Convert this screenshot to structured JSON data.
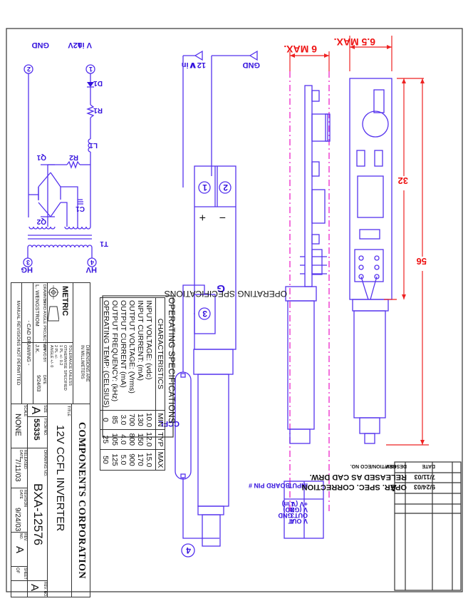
{
  "company": "COMPONENTS CORPORATION",
  "title_block": {
    "title_label": "TITLE",
    "title": "12V  CCFL INVERTER",
    "size_label": "SIZE",
    "size": "A",
    "fscm_label": "FSCM NO.",
    "fscm": "55335",
    "drawing_no_label": "DRAWING NO.",
    "drawing_no": "BXA-12576",
    "scale_label": "SCALE",
    "scale": "NONE",
    "released_label": "RELEASED DATE",
    "released": "7/11/03",
    "revision_label": "REVISION DATE",
    "revision": "9/24/03",
    "rev_label": "REV. NO.",
    "rev": "A",
    "sheet_label": "SHEET",
    "sheet_of": "OF",
    "metric": "METRIC",
    "projection": "THIRD ANGLE PROJECTION",
    "dimensions_note": [
      "DIMENSIONS ARE",
      "IN MILLIMETERS"
    ],
    "tolerance_note": [
      "TOLERANCE UNLESS",
      "OTHERWISE SPECIFIED",
      "1 PL +/-   0.2",
      "2 PL +/-",
      "ANGLE +/-   0"
    ],
    "drawn_by_label": "DRAWN BY",
    "drawn_by": "L. WENGSTROM",
    "appvd_by_label": "APPVD BY",
    "appvd_by": "J.K.",
    "date_label": "DATE",
    "date": "9/24/03",
    "cad_note": "- CAD DRAWING -",
    "manual_note": "MANUAL REVISIONS NOT PERMITTED"
  },
  "revision_table": {
    "headers": [
      "REV.",
      "DESCRIPTION/ECO NO.",
      "DATE"
    ],
    "rows": [
      {
        "rev": "",
        "desc": "RELEASED AS CAD DRW.",
        "date": "7/11/03"
      },
      {
        "rev": "A",
        "desc": "OPER. SPEC. CORRECTION",
        "date": "9/24/03"
      },
      {
        "rev": "",
        "desc": "",
        "date": ""
      },
      {
        "rev": "",
        "desc": "",
        "date": ""
      },
      {
        "rev": "",
        "desc": "",
        "date": ""
      }
    ]
  },
  "specs": {
    "title": "OPERATING  SPECIFICATIONS",
    "headers": [
      "CHARACTERISTICS",
      "MIN",
      "TYP",
      "MAX"
    ],
    "rows": [
      {
        "name": "INPUT VOLTAGE: (vdc)",
        "min": "10.0",
        "typ": "12.0",
        "max": "15.0"
      },
      {
        "name": "INPUT CURRENT: (mA)",
        "min": "130",
        "typ": "150",
        "max": "170"
      },
      {
        "name": "OUTPUT VOLTAGE: (Vrms)",
        "min": "700",
        "typ": "800",
        "max": "900"
      },
      {
        "name": "OUTPUT CURRENT (mA)",
        "min": "3.0",
        "typ": "4.0",
        "max": "5.0"
      },
      {
        "name": "OUTPUT FREQUENCY: (kHz)",
        "min": "85",
        "typ": "105",
        "max": "125"
      },
      {
        "name": "OPERATING TEMP: (CELSIUS)",
        "min": "0",
        "typ": "25",
        "max": "50"
      }
    ]
  },
  "pin_table": {
    "headers": [
      "BOARD PIN #",
      "INPUT"
    ],
    "rows": [
      {
        "pin": "1",
        "fn": "+V (V in)"
      },
      {
        "pin": "2",
        "fn": "V (GND)"
      },
      {
        "pin": "3",
        "fn": "OUT GND"
      },
      {
        "pin": "4",
        "fn": "V OUT"
      }
    ]
  },
  "dimensions": {
    "width_top": "6.5 MAX.",
    "width_side": "6 MAX.",
    "length_board": "32",
    "length_total": "56"
  },
  "wiring": {
    "vin_label": "12 V",
    "vin_sub": "V in",
    "gnd_label": "GND",
    "pin1": "1",
    "pin2": "2",
    "pin3": "3",
    "pin4": "4",
    "plus": "+",
    "minus": "−",
    "g_label": "G",
    "ccfl": "CCFL"
  },
  "schematic": {
    "vin": "V in",
    "v12": "12V",
    "gnd": "GND",
    "hg": "HG",
    "hv": "HV",
    "pin1": "1",
    "pin2": "2",
    "pin3": "3",
    "pin4": "4",
    "components": {
      "d1": "D1",
      "r1": "R1",
      "l1": "L1",
      "r2": "R2",
      "q1": "Q1",
      "q2": "Q2",
      "c1": "C1",
      "t1": "T1"
    }
  },
  "colors": {
    "line": "#5533ee",
    "text_blue": "#3311dd",
    "dimension": "#ee2222",
    "centerline": "#ee33cc",
    "border": "#333333"
  }
}
